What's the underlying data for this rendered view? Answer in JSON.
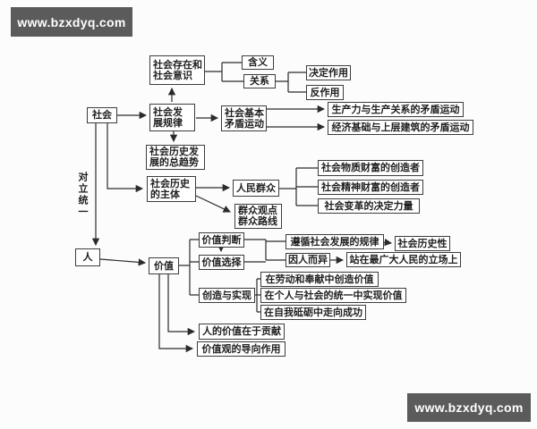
{
  "watermark": {
    "text": "www.bzxdyq.com"
  },
  "colors": {
    "line": "#2b2b2b",
    "box_border": "#3c3c3c",
    "watermark_bg": "#5b5b5b",
    "watermark_fg": "#ffffff",
    "background": "#fcfcfc"
  },
  "side_label": "对立统一",
  "nodes": {
    "shehui": "社会",
    "ren": "人",
    "shcz": "社会存在和\n社会意识",
    "hanyi": "含义",
    "guanxi": "关系",
    "jueding": "决定作用",
    "fanzuoyong": "反作用",
    "shfz": "社会发\n展规律",
    "shjb": "社会基本\n矛盾运动",
    "scl": "生产力与生产关系的矛盾运动",
    "jjjc": "经济基础与上层建筑的矛盾运动",
    "shlsfz": "社会历史发\n展的总趋势",
    "shlszt": "社会历史\n的主体",
    "rmqz": "人民群众",
    "qzgd": "群众观点\n群众路线",
    "wzcf": "社会物质财富的创造者",
    "jscf": "社会精神财富的创造者",
    "shbg": "社会变革的决定力量",
    "jiazhi": "价值",
    "jzpd": "价值判断",
    "jzxz": "价值选择",
    "zunxun": "遵循社会发展的规律",
    "shlsx": "社会历史性",
    "yinren": "因人而异",
    "zhanzai": "站在最广大人民的立场上",
    "czsx": "创造与实现",
    "laodong": "在劳动和奉献中创造价值",
    "geren": "在个人与社会的统一中实现价值",
    "ziwo": "在自我砥砺中走向成功",
    "rdjz": "人的价值在于贡献",
    "jzg": "价值观的导向作用"
  }
}
